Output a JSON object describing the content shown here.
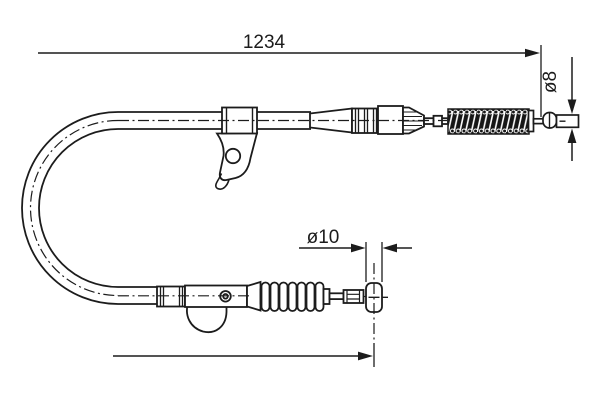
{
  "drawing": {
    "type": "technical-line-drawing",
    "background_color": "#ffffff",
    "line_color": "#1c1c1c",
    "dimensions": {
      "overall_length": {
        "label": "1234",
        "orientation": "horizontal"
      },
      "end_diameter": {
        "label": "ø8",
        "orientation": "vertical-rotated"
      },
      "barrel_diameter": {
        "label": "ø10",
        "orientation": "horizontal"
      }
    }
  }
}
